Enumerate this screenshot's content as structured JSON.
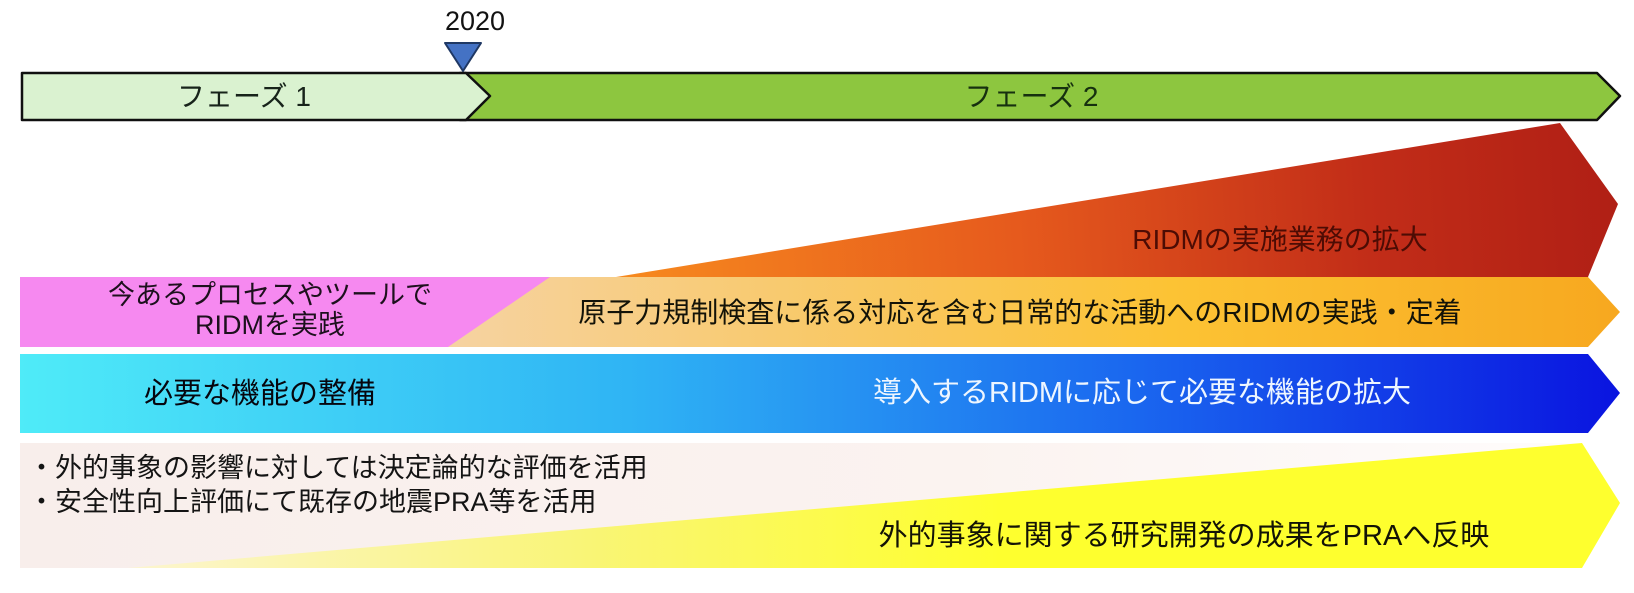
{
  "diagram_title": "RIDM phased roadmap",
  "timeline": {
    "year_marker": "2020",
    "phase1_label": "フェーズ 1",
    "phase2_label": "フェーズ 2"
  },
  "bands": {
    "expansion": {
      "label": "RIDMの実施業務の拡大"
    },
    "practice": {
      "phase1_line1": "今あるプロセスやツールで",
      "phase1_line2": "RIDMを実践",
      "phase2_label": "原子力規制検査に係る対応を含む日常的な活動へのRIDMの実践・定着"
    },
    "functions": {
      "phase1_label": "必要な機能の整備",
      "phase2_label": "導入するRIDMに応じて必要な機能の拡大"
    },
    "external_events": {
      "bullets": [
        "・外的事象の影響に対しては決定論的な評価を活用",
        "・安全性向上評価にて既存の地震PRA等を活用"
      ],
      "phase2_label": "外的事象に関する研究開発の成果をPRAへ反映"
    }
  },
  "colors": {
    "phase1_fill": "#daf2d0",
    "phase2_fill": "#8dc63f",
    "bar_border": "#101010",
    "marker_blue": "#4472c4",
    "red_wedge_start": "#f78a1e",
    "red_wedge_end": "#b01f15",
    "pink": "#f689f0",
    "gold": "#fcc334",
    "cyan": "#4febf8",
    "blue": "#0a14e0",
    "pale_band": "#f8eeeb",
    "yellow": "#feff2e"
  }
}
